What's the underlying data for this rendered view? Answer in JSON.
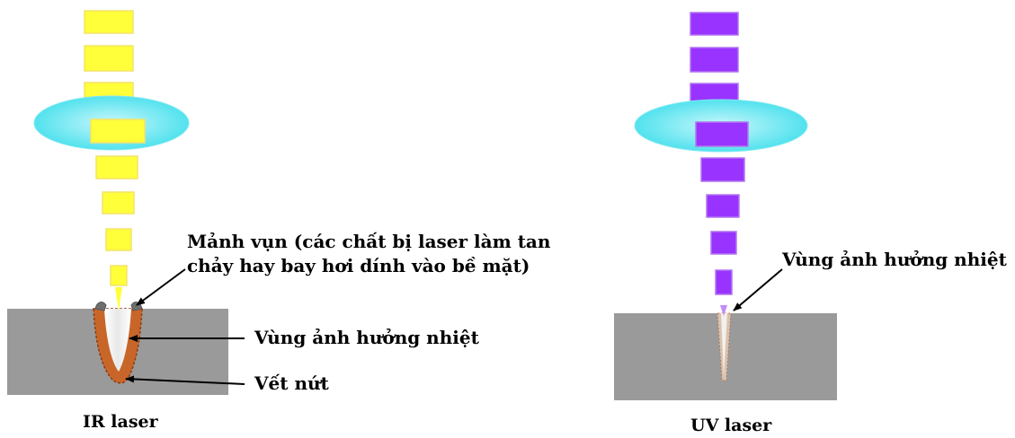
{
  "panels": {
    "ir": {
      "caption": "IR laser",
      "debris_label_line1": "Mảnh vụn (các chất bị laser làm tan",
      "debris_label_line2": "chảy hay bay hơi dính vào bề mặt)",
      "heat_zone_label": "Vùng ảnh hưởng nhiệt",
      "crack_label": "Vết nứt",
      "beam_color": "#ffff3a",
      "beam_border": "#f3e36a",
      "heat_zone_color": "#c8662a"
    },
    "uv": {
      "caption": "UV laser",
      "heat_zone_label": "Vùng ảnh hưởng nhiệt",
      "beam_color": "#9933ff",
      "beam_border": "#b277f0"
    }
  },
  "colors": {
    "lens": "#5ee6f0",
    "lens_edge": "#a8f3f8",
    "material": "#9a9a9a",
    "arrow": "#000000"
  },
  "icons": [
    "lens-icon",
    "laser-beam-icon",
    "material-block-icon",
    "arrow-icon"
  ]
}
